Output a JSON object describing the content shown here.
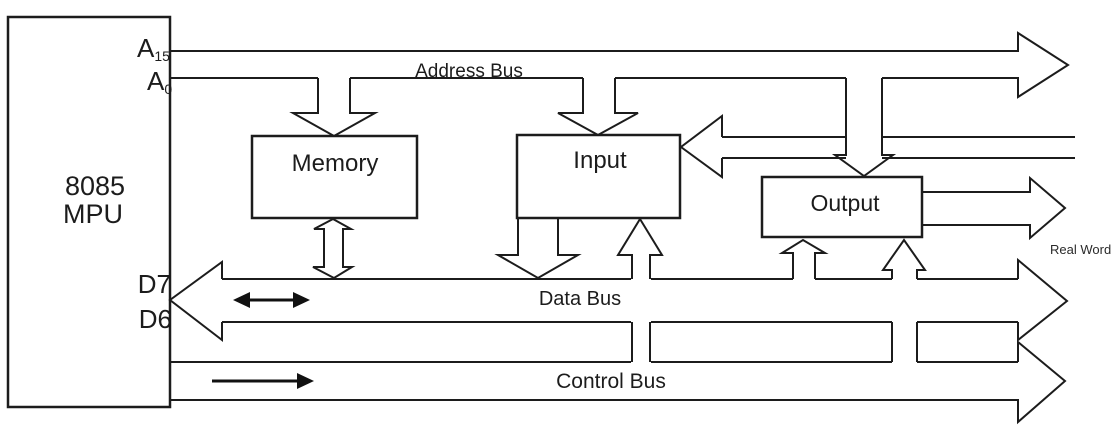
{
  "diagram": {
    "processor": {
      "line1": "8085",
      "line2": "MPU"
    },
    "pins": {
      "a15": {
        "base": "A",
        "sub": "15"
      },
      "a0": {
        "base": "A",
        "sub": "0"
      },
      "d7": "D7",
      "d6": "D6"
    },
    "buses": {
      "address": {
        "label": "Address Bus"
      },
      "data": {
        "label": "Data Bus"
      },
      "control": {
        "label": "Control Bus"
      }
    },
    "blocks": {
      "memory": {
        "label": "Memory"
      },
      "input": {
        "label": "Input"
      },
      "output": {
        "label": "Output"
      }
    },
    "annotations": {
      "real_world": "Real Word"
    },
    "colors": {
      "line": "#1c1c1c",
      "background": "#ffffff"
    }
  }
}
